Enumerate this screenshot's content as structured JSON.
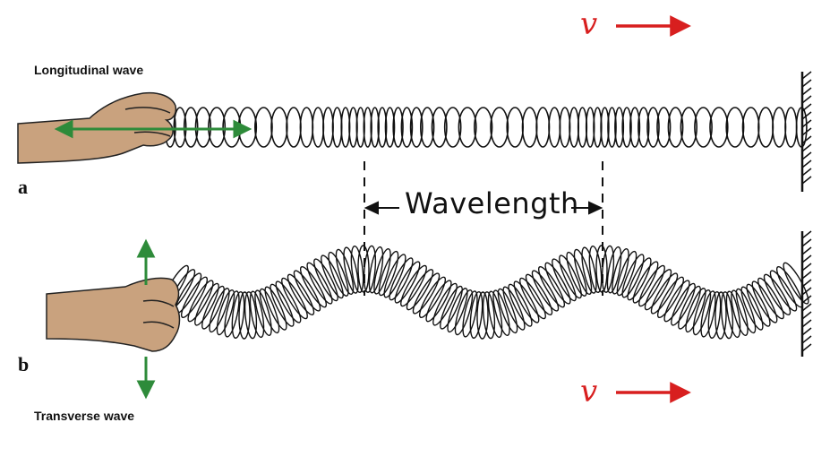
{
  "panel_a": {
    "letter": "a",
    "title": "Longitudinal wave",
    "velocity_symbol": "v"
  },
  "panel_b": {
    "letter": "b",
    "title": "Transverse wave",
    "velocity_symbol": "v"
  },
  "wavelength": {
    "label": "Wavelength"
  },
  "colors": {
    "velocity_arrow": "#d81f1f",
    "motion_arrow": "#2e8b3a",
    "hand_skin": "#c9a27e",
    "spring": "#111111"
  },
  "icons": {
    "hand_a": "hand-icon",
    "hand_b": "hand-icon",
    "wall_a": "wall-icon",
    "wall_b": "wall-icon"
  }
}
